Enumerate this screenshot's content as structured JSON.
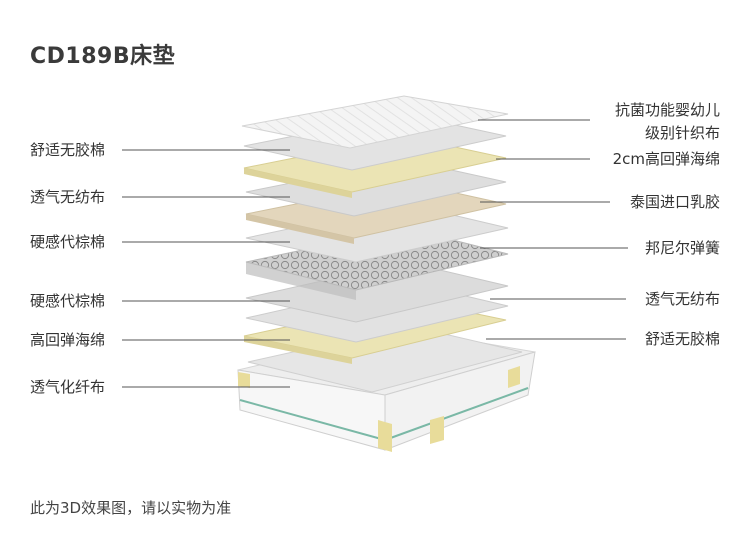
{
  "title": "CD189B床垫",
  "footnote": "此为3D效果图，请以实物为准",
  "left_labels": [
    "舒适无胶棉",
    "透气无纺布",
    "硬感代棕棉",
    "硬感代棕棉",
    "高回弹海绵",
    "透气化纤布"
  ],
  "right_labels": {
    "top_line1": "抗菌功能婴幼儿",
    "top_line2": "级别针织布",
    "items": [
      "2cm高回弹海绵",
      "泰国进口乳胶",
      "邦尼尔弹簧",
      "透气无纺布",
      "舒适无胶棉"
    ]
  },
  "colors": {
    "gray_layer": "#d9d9d9",
    "cream_layer": "#ebe4b4",
    "latex_layer": "#e3d6bc",
    "spring_layer": "#c8c8c8",
    "base_edge": "#7ab8a6"
  }
}
